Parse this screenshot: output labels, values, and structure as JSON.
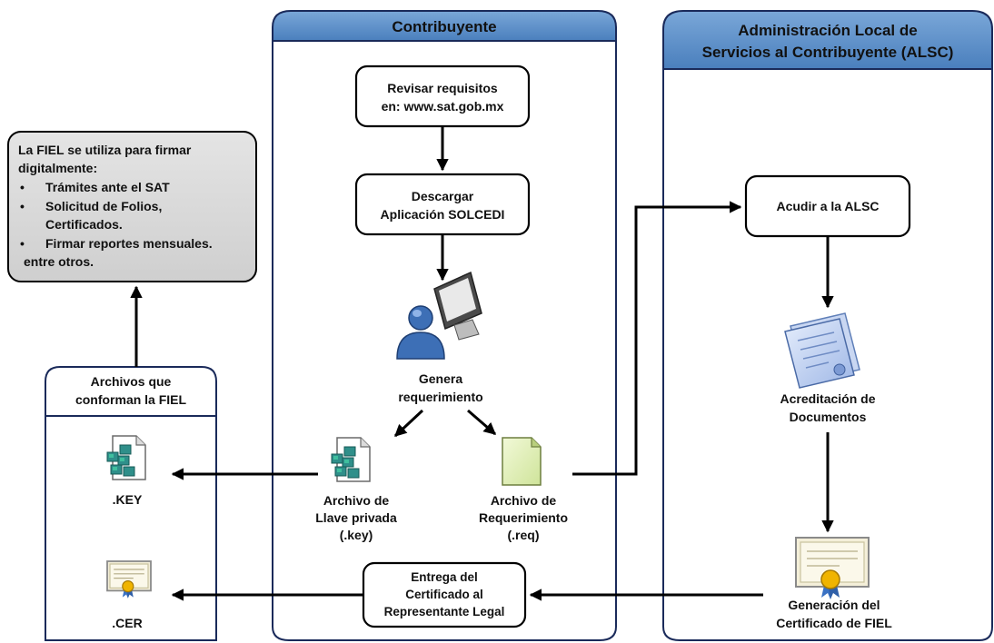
{
  "lanes": {
    "contribuyente": {
      "title": "Contribuyente"
    },
    "alsc": {
      "title_line1": "Administración Local de",
      "title_line2": "Servicios al Contribuyente (ALSC)"
    },
    "archivos": {
      "title_line1": "Archivos que",
      "title_line2": "conforman la FIEL"
    }
  },
  "note": {
    "line1": "La FIEL se utiliza para firmar",
    "line2": "digitalmente:",
    "bullets": [
      "Trámites ante el SAT",
      "Solicitud de Folios,",
      "Certificados.",
      "Firmar reportes mensuales."
    ],
    "bullet_marks": [
      "•",
      "•",
      "",
      "•"
    ],
    "footer": "entre otros."
  },
  "steps": {
    "revisar": {
      "line1": "Revisar requisitos",
      "line2": "en: www.sat.gob.mx"
    },
    "descargar": {
      "line1": "Descargar",
      "line2": "Aplicación SOLCEDI"
    },
    "genera": {
      "line1": "Genera",
      "line2": "requerimiento"
    },
    "archivo_llave": {
      "line1": "Archivo de",
      "line2": "Llave privada",
      "line3": "(.key)"
    },
    "archivo_req": {
      "line1": "Archivo de",
      "line2": "Requerimiento",
      "line3": "(.req)"
    },
    "entrega": {
      "line1": "Entrega del",
      "line2": "Certificado al",
      "line3": "Representante Legal"
    },
    "acudir": {
      "label": "Acudir a la ALSC"
    },
    "acreditacion": {
      "line1": "Acreditación de",
      "line2": "Documentos"
    },
    "generacion": {
      "line1": "Generación del",
      "line2": "Certificado de FIEL"
    }
  },
  "files": {
    "key_label": ".KEY",
    "cer_label": ".CER"
  },
  "icons": [
    "user-computer-icon",
    "key-file-icon",
    "request-file-icon",
    "document-seal-icon",
    "certificate-icon"
  ],
  "colors": {
    "lane_header": "#5b8fc9",
    "note_fill": "#d9d9d9",
    "outline": "#1a2a5a"
  }
}
